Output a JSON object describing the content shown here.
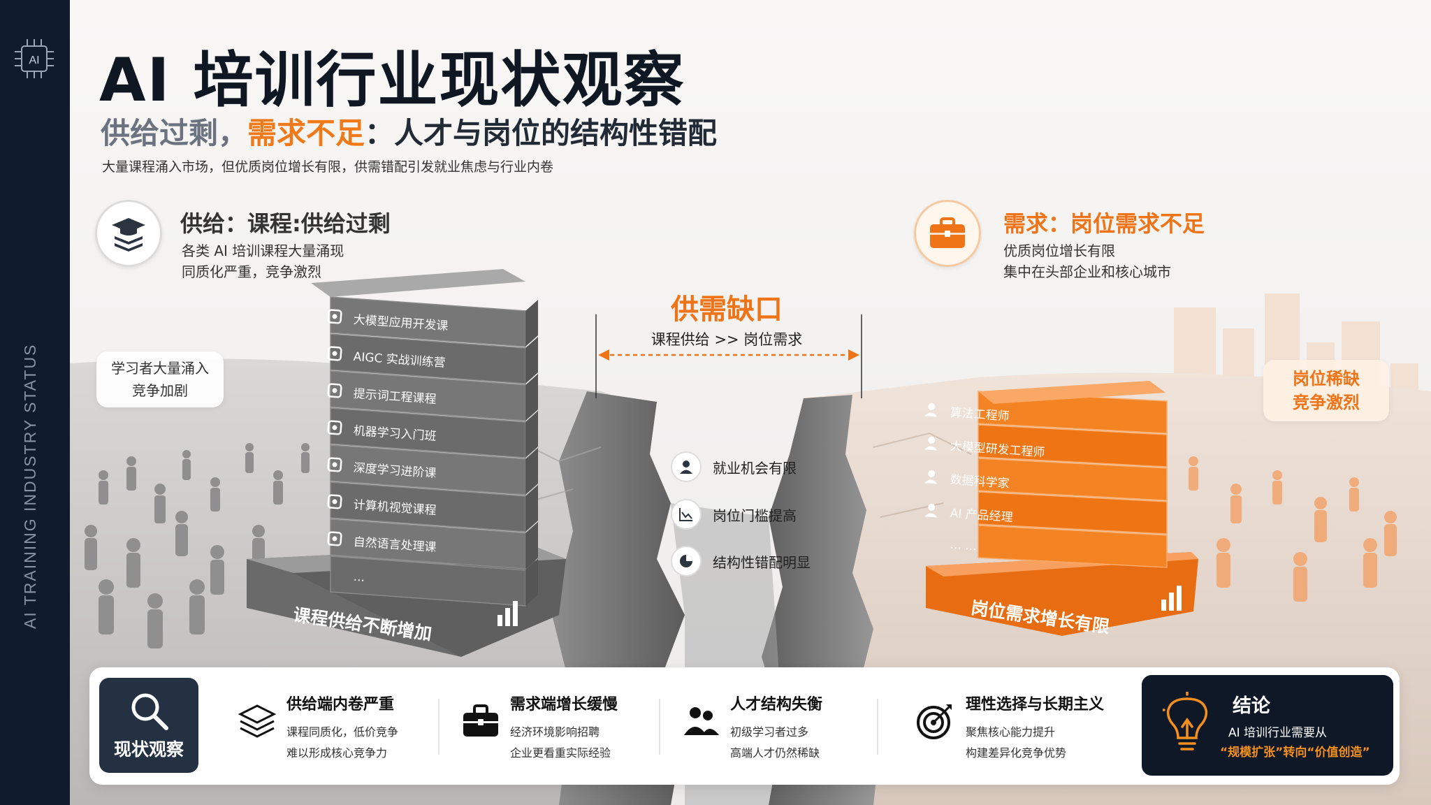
{
  "sidebar": {
    "chip_label": "AI",
    "vertical_text": "AI TRAINING INDUSTRY STATUS"
  },
  "header": {
    "title": "AI 培训行业现状观察",
    "subtitle_part1": "供给过剩，",
    "subtitle_part2": "需求不足",
    "subtitle_part3": "：人才与岗位的结构性错配",
    "tagline": "大量课程涌入市场，但优质岗位增长有限，供需错配引发就业焦虑与行业内卷"
  },
  "supply": {
    "title": "供给：课程:供给过剩",
    "line1": "各类 AI 培训课程大量涌现",
    "line2": "同质化严重，竞争激烈",
    "bubble_line1": "学习者大量涌入",
    "bubble_line2": "竞争加剧",
    "stack_items": [
      "大模型应用开发课",
      "AIGC 实战训练营",
      "提示词工程课程",
      "机器学习入门班",
      "深度学习进阶课",
      "计算机视觉课程",
      "自然语言处理课",
      "..."
    ],
    "base_label": "课程供给不断增加"
  },
  "demand": {
    "title": "需求：岗位需求不足",
    "line1": "优质岗位增长有限",
    "line2": "集中在头部企业和核心城市",
    "bubble_line1": "岗位稀缺",
    "bubble_line2": "竞争激烈",
    "stack_items": [
      "算法工程师",
      "大模型研发工程师",
      "数据科学家",
      "AI 产品经理",
      "...   ..."
    ],
    "base_label": "岗位需求增长有限"
  },
  "gap": {
    "title": "供需缺口",
    "subtitle": "课程供给 >> 岗位需求",
    "items": [
      "就业机会有限",
      "岗位门槛提高",
      "结构性错配明显"
    ]
  },
  "bottom": {
    "status_label": "现状观察",
    "items": [
      {
        "title": "供给端内卷严重",
        "line1": "课程同质化，低价竞争",
        "line2": "难以形成核心竞争力"
      },
      {
        "title": "需求端增长缓慢",
        "line1": "经济环境影响招聘",
        "line2": "企业更看重实际经验"
      },
      {
        "title": "人才结构失衡",
        "line1": "初级学习者过多",
        "line2": "高端人才仍然稀缺"
      },
      {
        "title": "理性选择与长期主义",
        "line1": "聚焦核心能力提升",
        "line2": "构建差异化竞争优势"
      }
    ],
    "conclusion": {
      "title": "结论",
      "line1": "AI 培训行业需要从",
      "line2": "“规模扩张”转向“价值创造”"
    }
  },
  "colors": {
    "accent": "#ee7417",
    "sidebar": "#101c2c",
    "dark_box": "#0e1826",
    "stack_gray": "#6e6e6e",
    "stack_orange": "#f07a1a"
  }
}
